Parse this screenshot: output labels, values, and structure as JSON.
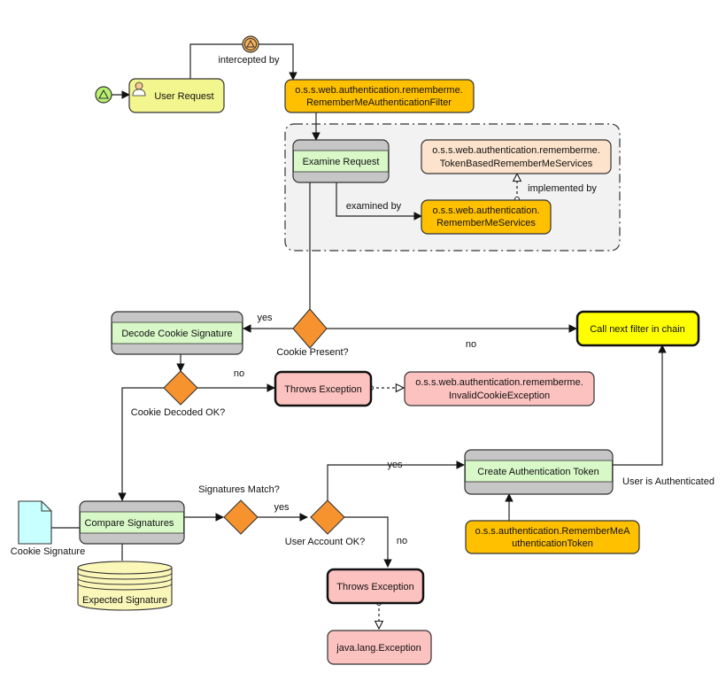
{
  "colors": {
    "task_yellow": "#f3f58f",
    "gold": "#ffc000",
    "peach": "#fde3cc",
    "task_green": "#d8f8c8",
    "gray_header": "#c6c6c6",
    "diamond": "#f7932e",
    "pink": "#fcc2c0",
    "bright_yellow": "#ffff00",
    "doc_cyan": "#c8ffff",
    "db_yellow": "#fbf7b8",
    "event_green": "#b8f06f",
    "event_orange": "#f7b35a",
    "group_bg": "#f2f2f2"
  },
  "nodes": {
    "user_request": "User Request",
    "remember_me_filter_line1": "o.s.s.web.authentication.rememberme.",
    "remember_me_filter_line2": "RememberMeAuthenticationFilter",
    "examine_request": "Examine Request",
    "token_based_services_line1": "o.s.s.web.authentication.rememberme.",
    "token_based_services_line2": "TokenBasedRememberMeServices",
    "remember_me_services_line1": "o.s.s.web.authentication.",
    "remember_me_services_line2": "RememberMeServices",
    "decode_cookie_signature": "Decode Cookie Signature",
    "call_next_filter": "Call next filter in chain",
    "throws_exception_top": "Throws Exception",
    "invalid_cookie_exception_line1": "o.s.s.web.authentication.rememberme.",
    "invalid_cookie_exception_line2": "InvalidCookieException",
    "create_authentication_token": "Create Authentication Token",
    "compare_signatures": "Compare Signatures",
    "cookie_signature_doc": "Cookie Signature",
    "expected_signature": "Expected Signature",
    "remember_me_auth_token_line1": "o.s.s.authentication.RememberMeA",
    "remember_me_auth_token_line2": "uthenticationToken",
    "throws_exception_bottom": "Throws Exception",
    "java_lang_exception": "java.lang.Exception"
  },
  "gateways": {
    "cookie_present": "Cookie Present?",
    "cookie_decoded_ok": "Cookie Decoded OK?",
    "signatures_match": "Signatures Match?",
    "user_account_ok": "User Account OK?"
  },
  "edge_labels": {
    "intercepted_by": "intercepted by",
    "examined_by": "examined by",
    "implemented_by": "implemented by",
    "yes_cookie_present": "yes",
    "no_cookie_present": "no",
    "no_cookie_decoded": "no",
    "yes_signatures": "yes",
    "yes_user_account": "yes",
    "no_user_account": "no",
    "user_is_authenticated": "User is Authenticated"
  }
}
